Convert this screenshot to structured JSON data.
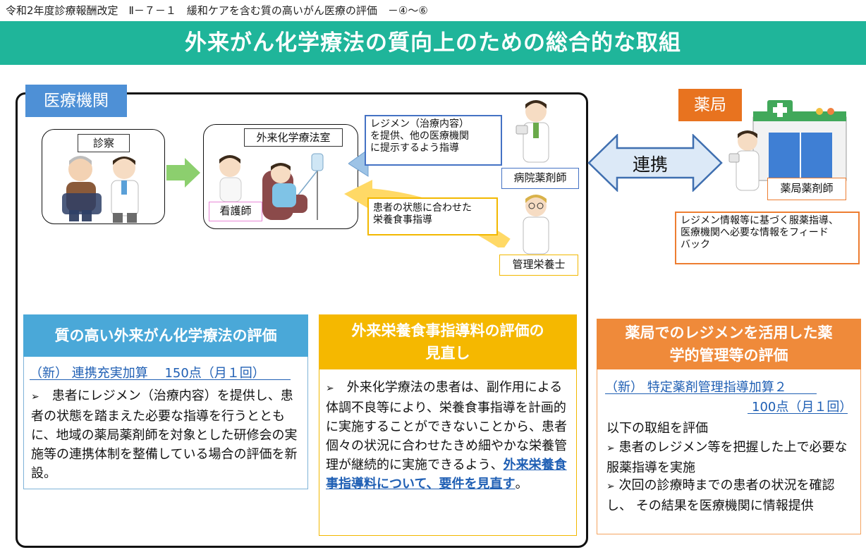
{
  "header": {
    "caption": "令和2年度診療報酬改定　Ⅱ－７－１　緩和ケアを含む質の高いがん医療の評価　－④～⑥",
    "title": "外来がん化学療法の質向上のための総合的な取組"
  },
  "diagram": {
    "hospital_label": "医療機関",
    "pharmacy_label": "薬局",
    "shinsatsu_label": "診察",
    "chemo_room_label": "外来化学療法室",
    "nurse_label": "看護師",
    "regimen_callout": [
      "レジメン（治療内容）",
      "を提供、他の医療機関",
      "に提示するよう指導"
    ],
    "hospital_pharmacist_label": "病院薬剤師",
    "nutrition_callout": [
      "患者の状態に合わせた",
      "栄養食事指導"
    ],
    "dietitian_label": "管理栄養士",
    "renkei_label": "連携",
    "pharmacy_pharmacist_label": "薬局薬剤師",
    "feedback_callout": [
      "レジメン情報等に基づく服薬指導、",
      "医療機関へ必要な情報をフィード",
      "バック"
    ]
  },
  "panels": {
    "blue": {
      "title": "質の高い外来がん化学療法の評価",
      "subtitle": "（新） 連携充実加算　 150点（月１回）",
      "bullet": "➢",
      "body": "　患者にレジメン（治療内容）を提供し、患者の状態を踏まえた必要な指導を行うとともに、地域の薬局薬剤師を対象とした研修会の実施等の連携体制を整備している場合の評価を新設。"
    },
    "yellow": {
      "title_line1": "外来栄養食事指導料の評価の",
      "title_line2": "見直し",
      "bullet": "➢",
      "body": "　外来化学療法の患者は、副作用による体調不良等により、栄養食事指導を計画的に実施することができないことから、患者個々の状況に合わせたきめ細やかな栄養管理が継続的に実施できるよう、",
      "link": "外来栄養食事指導料について、要件を見直す",
      "end": "。"
    },
    "orange": {
      "title_line1": "薬局でのレジメンを活用した薬",
      "title_line2": "学的管理等の評価",
      "subtitle1": "（新） 特定薬剤管理指導加算２",
      "subtitle2": "100点（月１回）",
      "intro": "以下の取組を評価",
      "bullet": "➢",
      "item1": "患者のレジメン等を把握した上で必要な服薬指導を実施",
      "item2": "次回の診療時までの患者の状況を確認し、 その結果を医療機関に情報提供"
    }
  },
  "colors": {
    "banner": "#1fb59a",
    "hospital_tag": "#4e90d6",
    "pharmacy_tag": "#e8731f",
    "blue_head": "#4aa8d8",
    "yellow_head": "#f5b800",
    "orange_head": "#ef8a3a",
    "link": "#1f5fb4"
  },
  "icons": [
    "doctor-patient-illustration",
    "nurse-illustration",
    "patient-iv-illustration",
    "hospital-pharmacist-illustration",
    "dietitian-illustration",
    "pharmacy-building-illustration",
    "pharmacy-pharmacist-illustration"
  ]
}
